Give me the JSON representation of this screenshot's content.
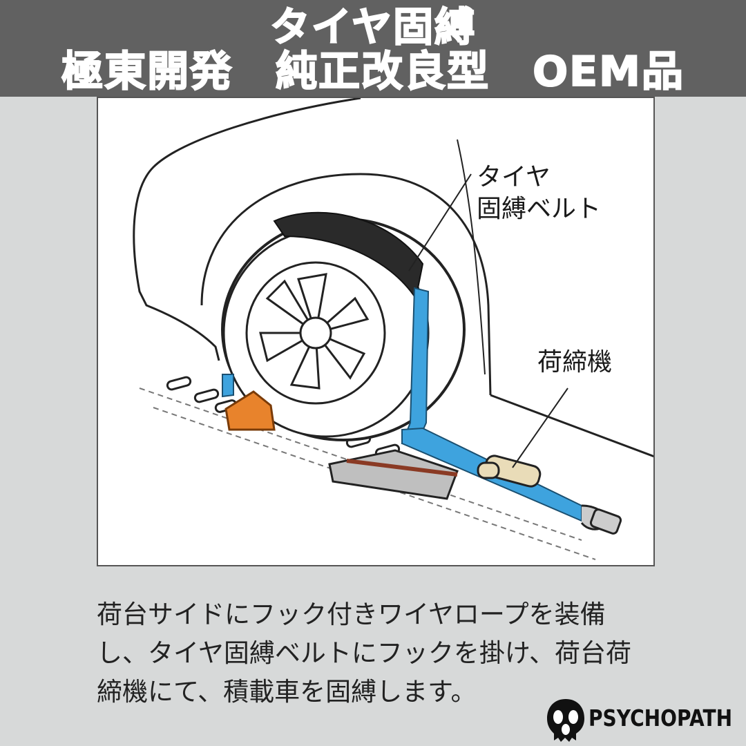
{
  "header": {
    "title": "タイヤ固縛",
    "subtitle": "極東開発　純正改良型　OEM品"
  },
  "illustration": {
    "label_belt_line1": "タイヤ",
    "label_belt_line2": "固縛ベルト",
    "label_ratchet": "荷締機"
  },
  "caption": {
    "line1": "荷台サイドにフック付きワイヤロープを装備",
    "line2": "し、タイヤ固縛ベルトにフックを掛け、荷台荷",
    "line3": "締機にて、積載車を固縛します。"
  },
  "logo": {
    "text": "PSYCHOPATH"
  },
  "colors": {
    "header_bg": "#616161",
    "page_bg": "#d7d9d9",
    "strap_blue": "#3ea3de",
    "chock_orange": "#e8832c",
    "cover_black": "#2a2a2a"
  }
}
